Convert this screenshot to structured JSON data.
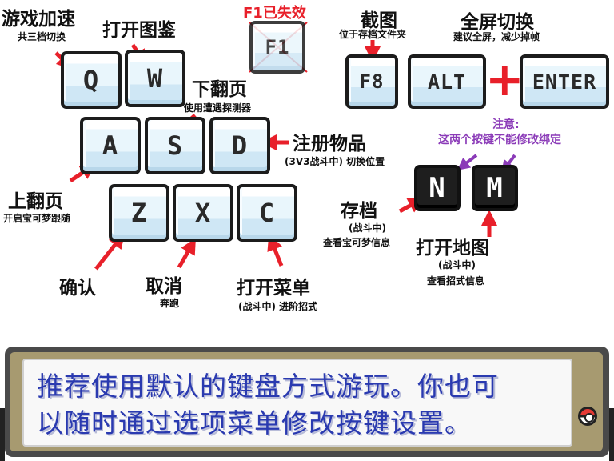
{
  "keys": {
    "q": "Q",
    "w": "W",
    "f1": "F1",
    "a": "A",
    "s": "S",
    "d": "D",
    "z": "Z",
    "x": "X",
    "c": "C",
    "f8": "F8",
    "alt": "ALT",
    "enter": "ENTER",
    "n": "N",
    "m": "M"
  },
  "labels": {
    "speed_title": "游戏加速",
    "speed_sub": "共三档切换",
    "open_dex": "打开图鉴",
    "f1_disabled": "F1已失效",
    "screenshot_title": "截图",
    "screenshot_sub": "位于存档文件夹",
    "fullscreen_title": "全屏切换",
    "fullscreen_sub": "建议全屏，减少掉帧",
    "page_down": "下翻页",
    "page_down_sub": "使用遭遇探测器",
    "register": "注册物品",
    "register_sub": "(3V3战斗中) 切换位置",
    "note_title": "注意:",
    "note_sub": "这两个按键不能修改绑定",
    "page_up": "上翻页",
    "page_up_sub": "开启宝可梦跟随",
    "save": "存档",
    "save_sub1": "(战斗中)",
    "save_sub2": "查看宝可梦信息",
    "open_map": "打开地图",
    "map_sub1": "(战斗中)",
    "map_sub2": "查看招式信息",
    "confirm": "确认",
    "cancel": "取消",
    "cancel_sub": "奔跑",
    "menu": "打开菜单",
    "menu_sub": "(战斗中) 进阶招式"
  },
  "dialog": {
    "line1": "推荐使用默认的键盘方式游玩。你也可",
    "line2": "以随时通过选项菜单修改按键设置。"
  },
  "colors": {
    "arrow": "#e8202a",
    "note": "#8b3bb8",
    "dialog_text": "#2a3ab0"
  },
  "icons": {
    "plus": "plus-icon",
    "pokeball": "pokeball-icon"
  }
}
